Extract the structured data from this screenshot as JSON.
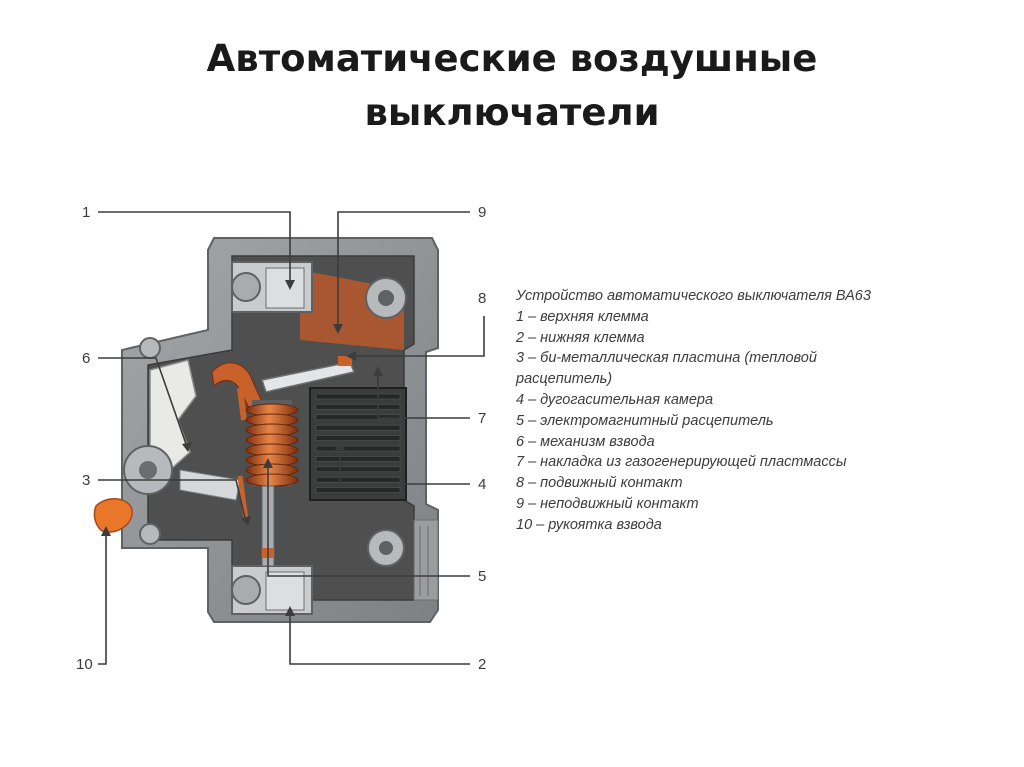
{
  "title": {
    "line1": "Автоматические воздушные",
    "line2": "выключатели"
  },
  "legend": {
    "heading": "Устройство автоматического выключателя ВА63",
    "items": [
      "1 – верхняя клемма",
      "2 – нижняя клемма",
      "3 – би-металлическая пластина (тепловой",
      "расцепитель)",
      "4 – дугогасительная камера",
      "5 – электромагнитный расцепитель",
      "6 – механизм взвода",
      "7 – накладка из газогенерирующей пластмассы",
      "8 – подвижный контакт",
      "9 – неподвижный контакт",
      "10 – рукоятка взвода"
    ]
  },
  "callouts": {
    "c1": "1",
    "c2": "2",
    "c3": "3",
    "c4": "4",
    "c5": "5",
    "c6": "6",
    "c7": "7",
    "c8": "8",
    "c9": "9",
    "c10": "10"
  },
  "colors": {
    "housing": "#8f9295",
    "housing_dark": "#6b6e71",
    "copper": "#c8612a",
    "handle": "#e8772a"
  }
}
